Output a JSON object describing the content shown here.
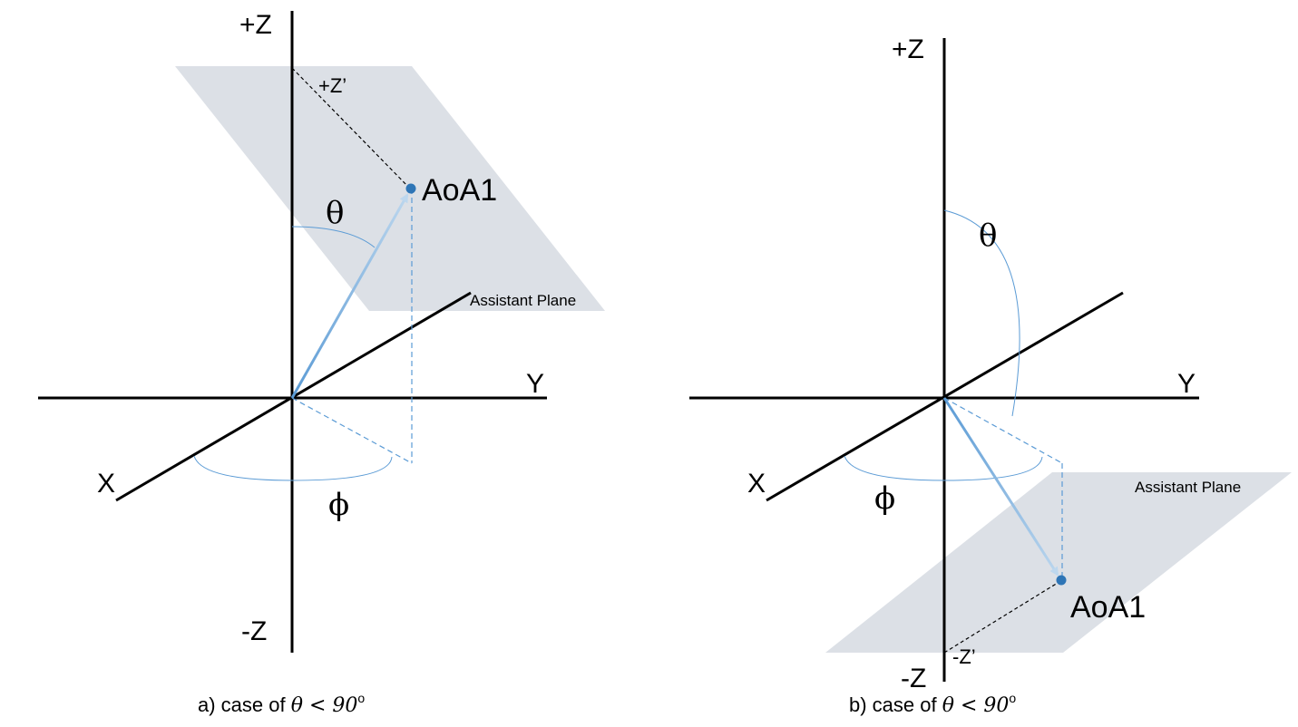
{
  "colors": {
    "axis": "#000000",
    "vector": "#5b9bd5",
    "vector_light": "#bdd7ee",
    "arc": "#5b9bd5",
    "guide": "#5b9bd5",
    "plane": "#dce0e6",
    "point": "#2e75b6",
    "dashed_black": "#000000"
  },
  "panels": [
    {
      "id": "a",
      "labels": {
        "plus_z": "+Z",
        "minus_z": "-Z",
        "x": "X",
        "y": "Y",
        "z_prime": "+Z’",
        "point": "AoA1",
        "plane": "Assistant Plane",
        "theta": "θ",
        "phi": "ϕ"
      },
      "caption": {
        "prefix": "a) case of ",
        "math": "θ < 90",
        "sup": "o"
      }
    },
    {
      "id": "b",
      "labels": {
        "plus_z": "+Z",
        "minus_z": "-Z",
        "x": "X",
        "y": "Y",
        "z_prime": "-Z’",
        "point": "AoA1",
        "plane": "Assistant Plane",
        "theta": "θ",
        "phi": "ϕ"
      },
      "caption": {
        "prefix": "b) case of ",
        "math": "θ < 90",
        "sup": "o"
      }
    }
  ]
}
